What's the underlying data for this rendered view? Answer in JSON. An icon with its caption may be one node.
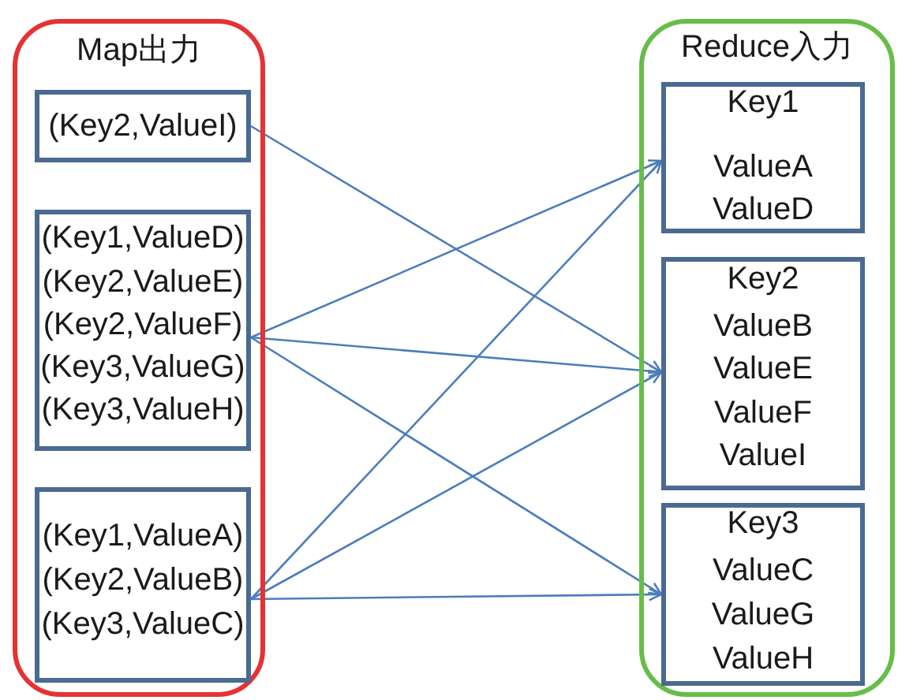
{
  "diagram": {
    "nodes": [
      {
        "text": [
          "Map出力"
        ]
      },
      {
        "text": [
          "(Key2,ValueI)"
        ],
        "in": 0
      },
      {
        "text": [
          "(Key1,ValueD)",
          "(Key2,ValueE)",
          "(Key2,ValueF)",
          "(Key3,ValueG)",
          "(Key3,ValueH)"
        ],
        "in": 0
      },
      {
        "text": [
          "(Key1,ValueA)",
          "(Key2,ValueB)",
          "(Key3,ValueC)"
        ],
        "in": 0
      },
      {
        "text": [
          "Reduce入力"
        ]
      },
      {
        "text": [
          "Key1",
          "ValueA",
          "ValueD"
        ],
        "in": 4
      },
      {
        "text": [
          "Key2",
          "ValueB",
          "ValueE",
          "ValueF",
          "ValueI"
        ],
        "in": 4
      },
      {
        "text": [
          "Key3",
          "ValueC",
          "ValueG",
          "ValueH"
        ],
        "in": 4
      }
    ],
    "edges": [
      {
        "from": 1,
        "to": 6,
        "arrow": "to"
      },
      {
        "from": 2,
        "to": 5,
        "arrow": "to"
      },
      {
        "from": 2,
        "to": 6,
        "arrow": "to"
      },
      {
        "from": 2,
        "to": 7,
        "arrow": "to"
      },
      {
        "from": 3,
        "to": 5,
        "arrow": "to"
      },
      {
        "from": 3,
        "to": 6,
        "arrow": "to"
      },
      {
        "from": 3,
        "to": 7,
        "arrow": "to"
      }
    ]
  }
}
